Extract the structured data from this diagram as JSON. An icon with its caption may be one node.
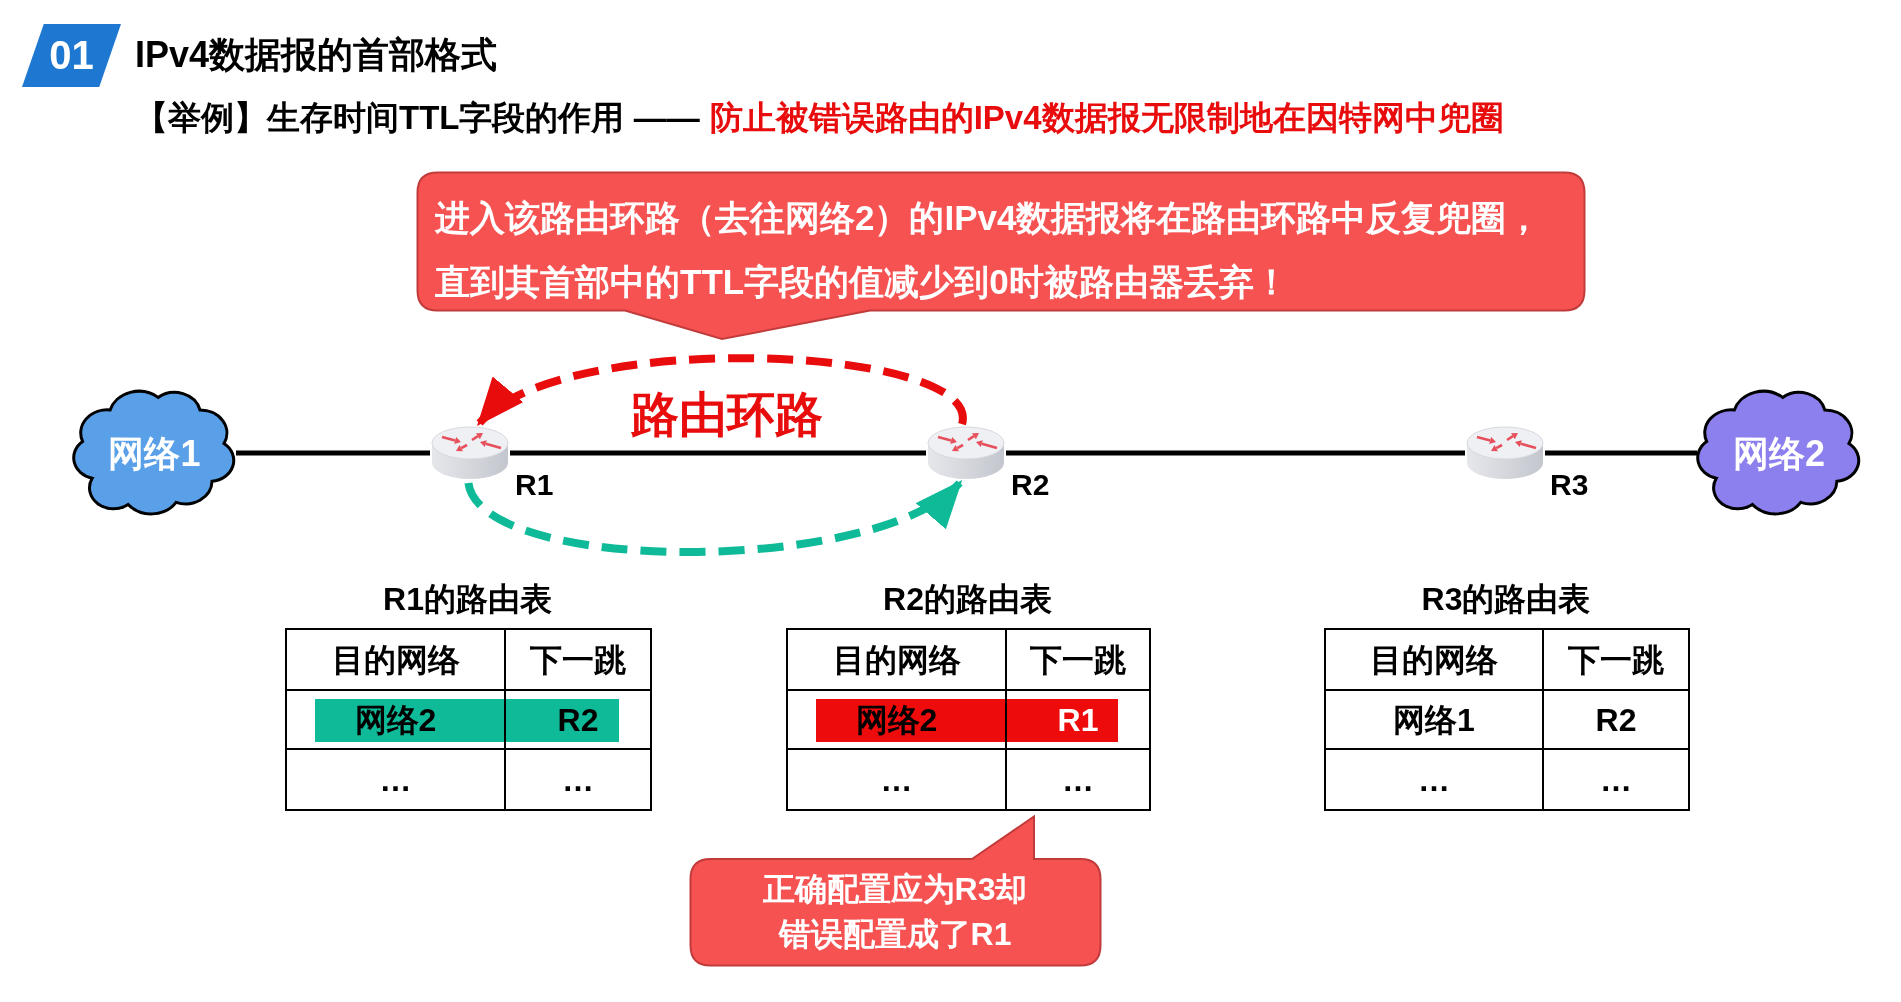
{
  "diagram": {
    "title": "IPv4数据报的首部格式",
    "nodes": [
      {
        "text": [
          "进入该路由环路（去往网络2）的IPv4数据报将在路由环路中反复兜圈，直到其首部中的TTL字段的值减少到0时被路由器丢弃！"
        ]
      },
      {
        "text": [
          "网络1"
        ]
      },
      {
        "text": [],
        "shape": "picture",
        "beside": [
          "R1"
        ]
      },
      {
        "text": [],
        "shape": "picture",
        "beside": [
          "R2"
        ]
      },
      {
        "text": [],
        "shape": "picture",
        "beside": [
          "R3"
        ]
      },
      {
        "text": [
          "网络2"
        ]
      },
      {
        "text": [
          "正确配置应为R3却错误配置成了R1"
        ]
      }
    ],
    "edges": [
      {
        "from": 1,
        "to": 2,
        "arrow": "none"
      },
      {
        "from": 2,
        "to": 3,
        "arrow": "none"
      },
      {
        "from": 3,
        "to": 4,
        "arrow": "none"
      },
      {
        "from": 4,
        "to": 5,
        "arrow": "none"
      },
      {
        "from": 3,
        "to": 2,
        "arrow": "to",
        "style": "dashed",
        "color": "#e80c0c"
      },
      {
        "from": 2,
        "to": 3,
        "arrow": "to",
        "style": "dashed",
        "color": "#0fba98"
      }
    ],
    "labels": [
      "01",
      "【举例】生存时间TTL字段的作用 ——",
      "防止被错误路由的IPv4数据报无限制地在因特网中兜圈",
      "路由环路",
      "R1的路由表",
      "目的网络",
      "下一跳",
      "网络2",
      "R2",
      "…",
      "…",
      "R2的路由表",
      "目的网络",
      "下一跳",
      "网络2",
      "R1",
      "…",
      "…",
      "R3的路由表",
      "目的网络",
      "下一跳",
      "网络1",
      "R2",
      "…",
      "…"
    ]
  }
}
